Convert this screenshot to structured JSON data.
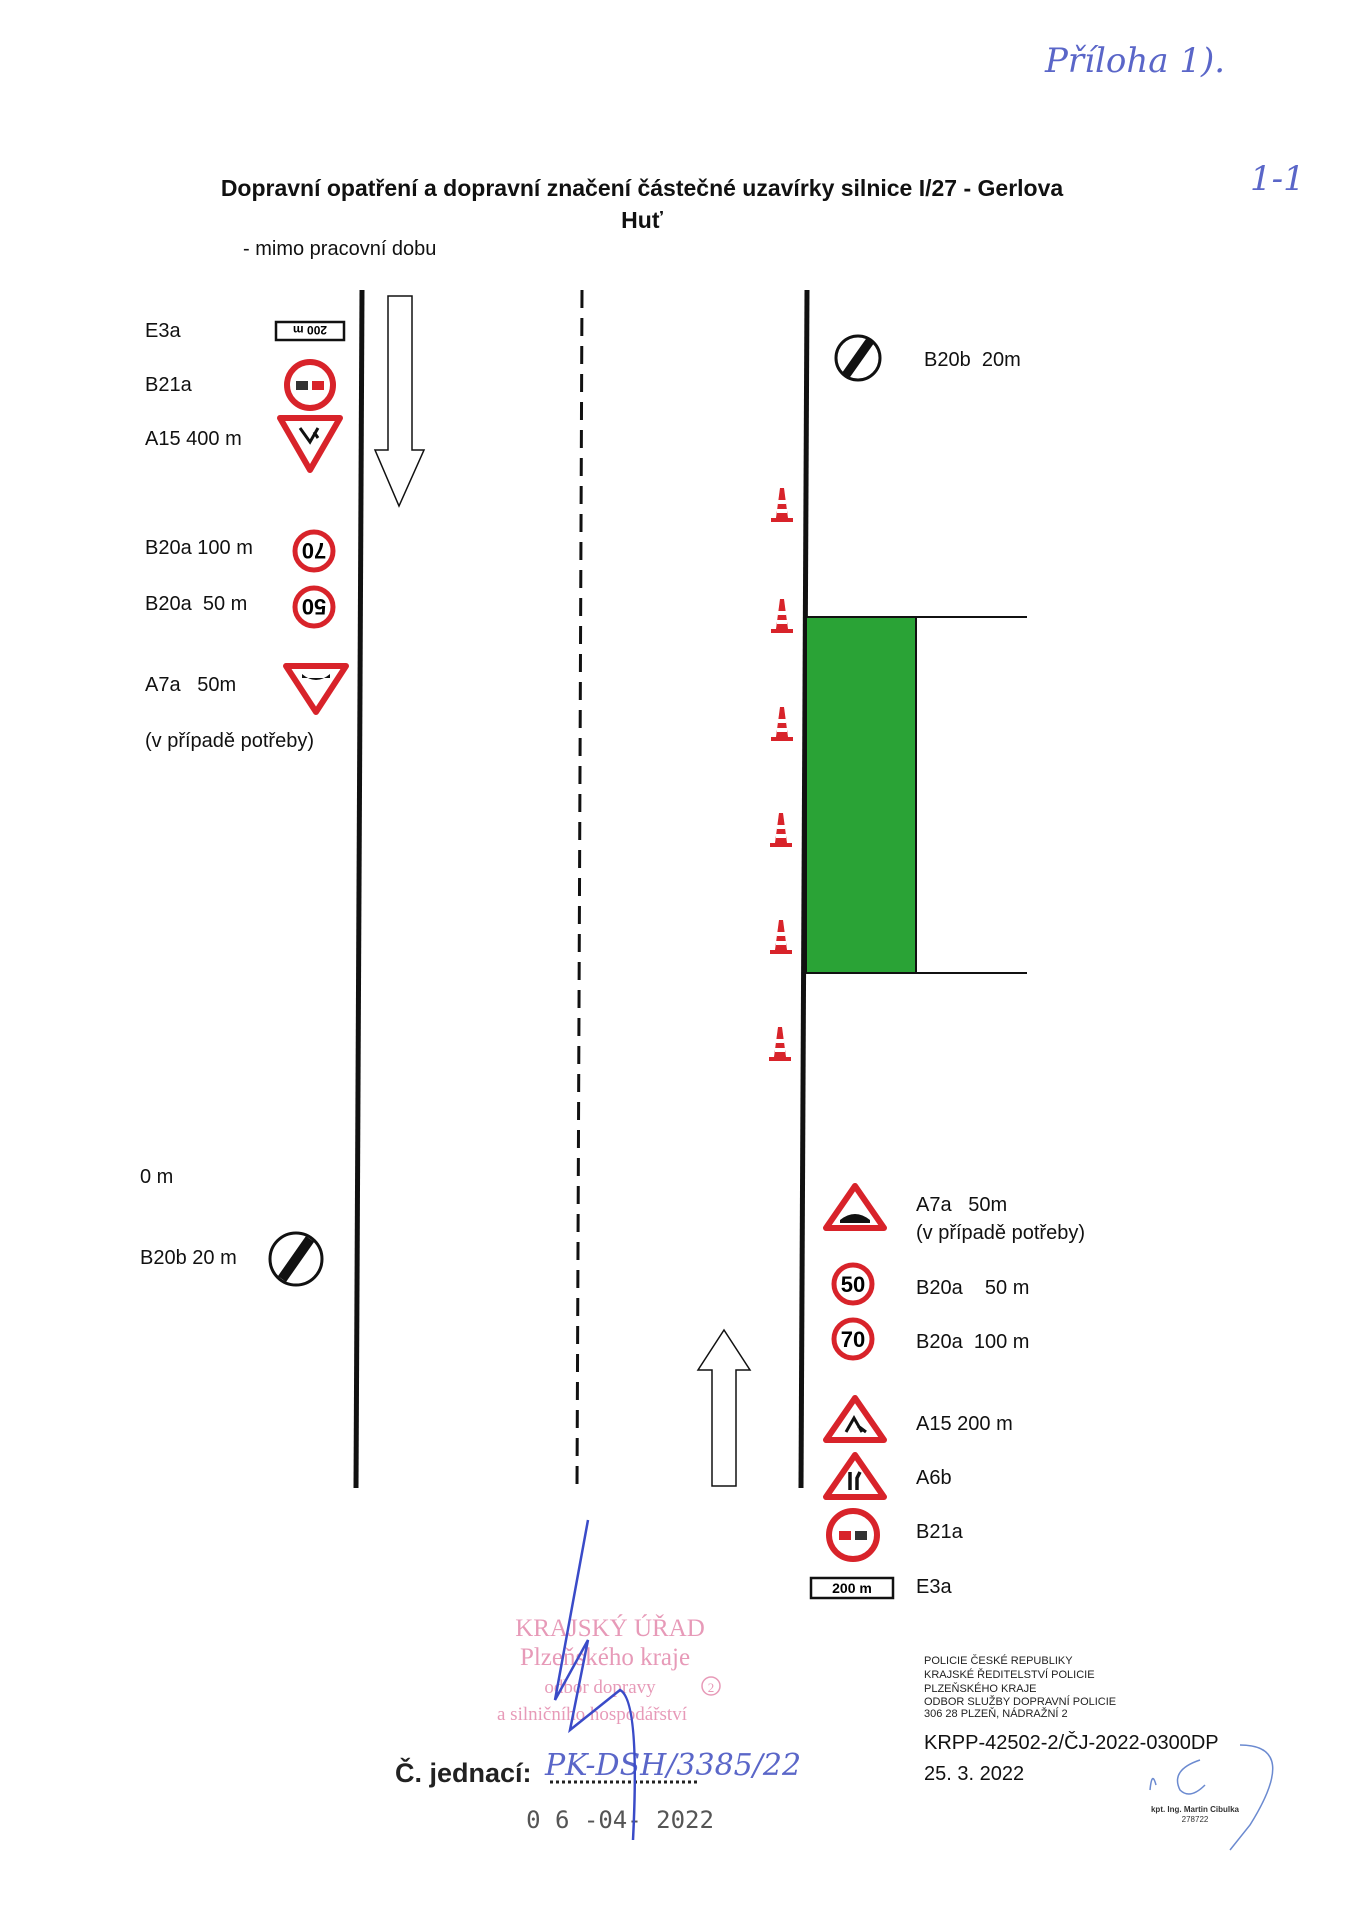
{
  "handwritten": {
    "annex": "Příloha 1).",
    "page": "1-1",
    "ref_number": "PK-DSH/3385/22",
    "date_stamp": "0 6 -04- 2022"
  },
  "title": {
    "line1": "Dopravní opatření a dopravní značení částečné uzavírky silnice I/27 - Gerlova",
    "line2": "Huť",
    "subtitle": "- mimo pracovní dobu"
  },
  "left_signs": [
    {
      "label": "E3a",
      "sign": "200 m"
    },
    {
      "label": "B21a"
    },
    {
      "label": "A15 400 m"
    },
    {
      "label": "B20a 100 m",
      "sign": "70"
    },
    {
      "label": "B20a  50 m",
      "sign": "50"
    },
    {
      "label": "A7a   50m"
    },
    {
      "label": "(v případě potřeby)"
    }
  ],
  "top_right": {
    "label": "B20b  20m"
  },
  "bottom_left": {
    "distance": "0 m",
    "label": "B20b 20 m"
  },
  "right_signs": [
    {
      "label": "A7a   50m"
    },
    {
      "label": "(v případě potřeby)"
    },
    {
      "label": "B20a    50 m",
      "sign": "50"
    },
    {
      "label": "B20a  100 m",
      "sign": "70"
    },
    {
      "label": "A15 200 m"
    },
    {
      "label": "A6b"
    },
    {
      "label": "B21a"
    },
    {
      "label": "E3a",
      "sign": "200 m"
    }
  ],
  "stamp": {
    "line1": "KRAJSKÝ ÚŘAD",
    "line2": "Plzeňského kraje",
    "line3": "odbor dopravy",
    "line4": "a silničního hospodářství",
    "number": "2",
    "ref_label": "Č. jednací:"
  },
  "police": {
    "lines": [
      "POLICIE ČESKÉ REPUBLIKY",
      "KRAJSKÉ ŘEDITELSTVÍ POLICIE",
      "PLZEŇSKÉHO KRAJE",
      "ODBOR SLUŽBY DOPRAVNÍ POLICIE",
      "306 28 PLZEŇ, NÁDRAŽNÍ 2"
    ],
    "ref": "KRPP-42502-2/ČJ-2022-0300DP",
    "date": "25. 3. 2022",
    "signatory": "kpt. Ing. Martin Cibulka",
    "signatory_id": "278722"
  },
  "colors": {
    "work_zone": "#2aa336",
    "sign_red": "#d8232a",
    "ink": "#5a66c8",
    "stamp": "#e79ab8"
  }
}
